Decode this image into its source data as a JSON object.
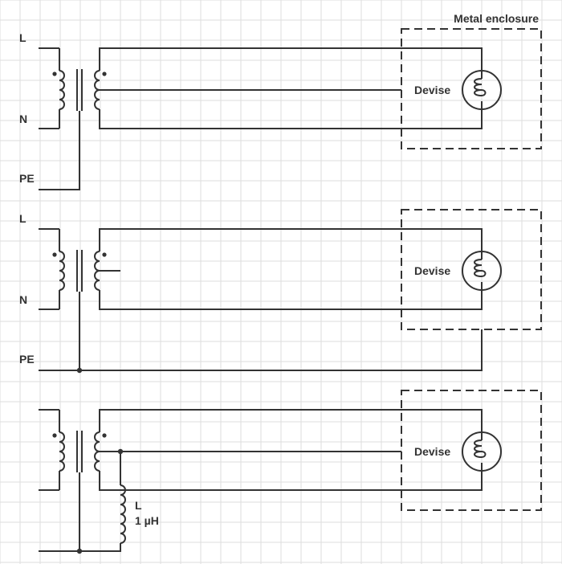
{
  "enclosure_label": "Metal enclosure",
  "device_label": "Devise",
  "terminals": {
    "line": "L",
    "neutral": "N",
    "protective_earth": "PE"
  },
  "inductor": {
    "name": "L",
    "value": "1 µH"
  },
  "colors": {
    "wire": "#333333",
    "grid": "#dedede",
    "background": "#ffffff"
  }
}
